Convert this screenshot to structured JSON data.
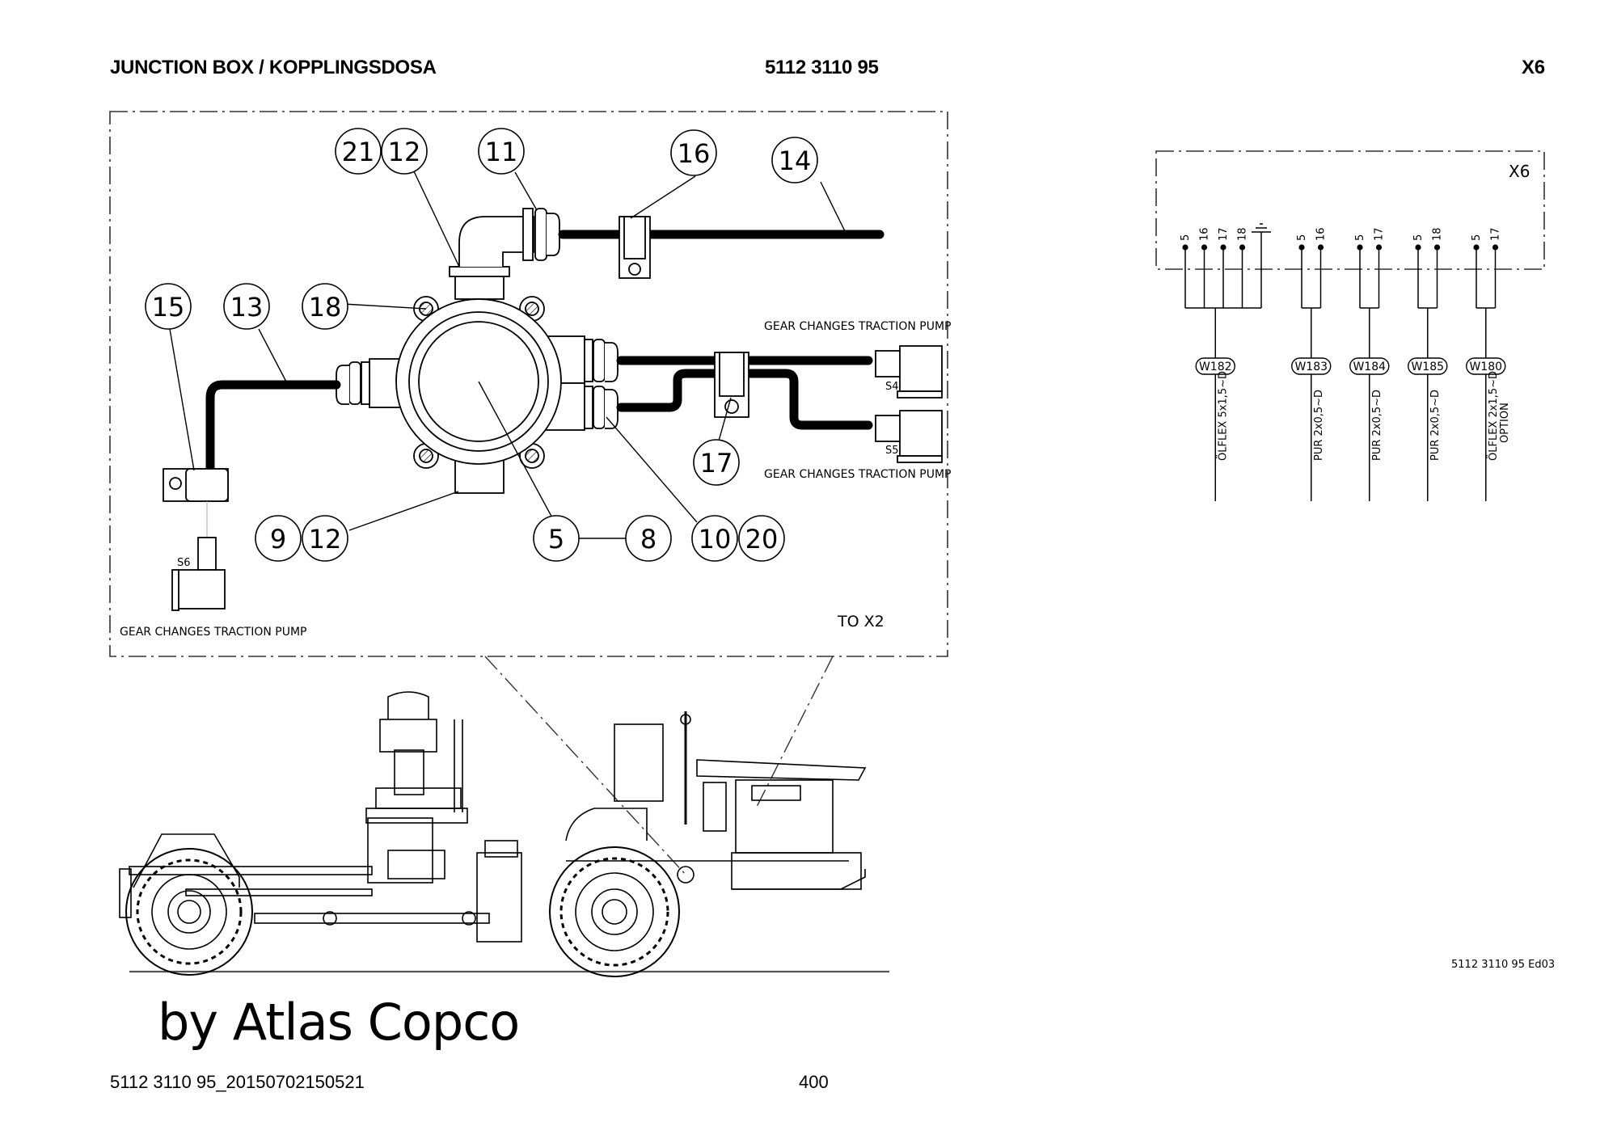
{
  "header": {
    "title": "JUNCTION BOX / KOPPLINGSDOSA",
    "part_number": "5112 3110 95",
    "sheet": "X6"
  },
  "detail_view": {
    "balloons": [
      {
        "id": "b21",
        "label": "21"
      },
      {
        "id": "b12a",
        "label": "12"
      },
      {
        "id": "b11",
        "label": "11"
      },
      {
        "id": "b16",
        "label": "16"
      },
      {
        "id": "b14",
        "label": "14"
      },
      {
        "id": "b15",
        "label": "15"
      },
      {
        "id": "b13",
        "label": "13"
      },
      {
        "id": "b18",
        "label": "18"
      },
      {
        "id": "b17",
        "label": "17"
      },
      {
        "id": "b9",
        "label": "9"
      },
      {
        "id": "b12b",
        "label": "12"
      },
      {
        "id": "b5",
        "label": "5"
      },
      {
        "id": "b8",
        "label": "8"
      },
      {
        "id": "b10",
        "label": "10"
      },
      {
        "id": "b20",
        "label": "20"
      }
    ],
    "annotations": {
      "s4_label": "GEAR CHANGES TRACTION PUMP",
      "s5_label": "GEAR CHANGES TRACTION PUMP",
      "s6_label": "GEAR CHANGES TRACTION PUMP",
      "to_x2": "TO X2"
    },
    "sensors": {
      "s4": "S4",
      "s5": "S5",
      "s6": "S6"
    }
  },
  "schematic": {
    "box_label": "X6",
    "terminal_groups": [
      {
        "terminals": [
          "5",
          "16",
          "17",
          "18"
        ],
        "ground": true,
        "cable": "W182",
        "spec": "ÖLFLEX 5x1,5~D",
        "note": ""
      },
      {
        "terminals": [
          "5",
          "16"
        ],
        "ground": false,
        "cable": "W183",
        "spec": "PUR 2x0,5~D",
        "note": ""
      },
      {
        "terminals": [
          "5",
          "17"
        ],
        "ground": false,
        "cable": "W184",
        "spec": "PUR 2x0,5~D",
        "note": ""
      },
      {
        "terminals": [
          "5",
          "18"
        ],
        "ground": false,
        "cable": "W185",
        "spec": "PUR 2x0,5~D",
        "note": ""
      },
      {
        "terminals": [
          "5",
          "17"
        ],
        "ground": false,
        "cable": "W180",
        "spec": "ÖLFLEX 2x1,5~D",
        "note": "OPTION"
      }
    ]
  },
  "edition": "5112 3110 95 Ed03",
  "watermark": "by Atlas Copco",
  "footer": {
    "document_id": "5112 3110 95_20150702150521",
    "page_number": "400"
  }
}
